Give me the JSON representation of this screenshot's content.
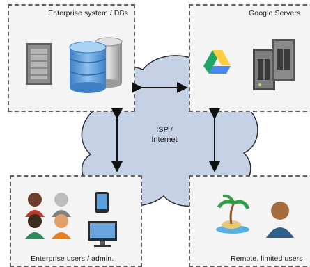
{
  "nodes": {
    "enterprise_system": {
      "label": "Enterprise system / DBs"
    },
    "google_servers": {
      "label": "Google Servers"
    },
    "enterprise_users": {
      "label": "Enterprise users / admin."
    },
    "remote_users": {
      "label": "Remote, limited users"
    },
    "isp": {
      "label_line1": "ISP /",
      "label_line2": "Internet"
    }
  },
  "icons": [
    "server-tower-icon",
    "database-stack-icon",
    "google-drive-icon",
    "nas-server-icon",
    "user-group-icon",
    "tablet-icon",
    "desktop-monitor-icon",
    "island-icon",
    "remote-user-icon"
  ],
  "colors": {
    "cloud_fill": "#c5d2e6",
    "cloud_stroke": "#2e2e2e",
    "box_fill": "#f4f4f4",
    "box_border": "#606060",
    "database_blue": "#5b9bd5",
    "drive_green": "#1fa463",
    "drive_yellow": "#ffcd40",
    "drive_blue": "#4688f4"
  }
}
